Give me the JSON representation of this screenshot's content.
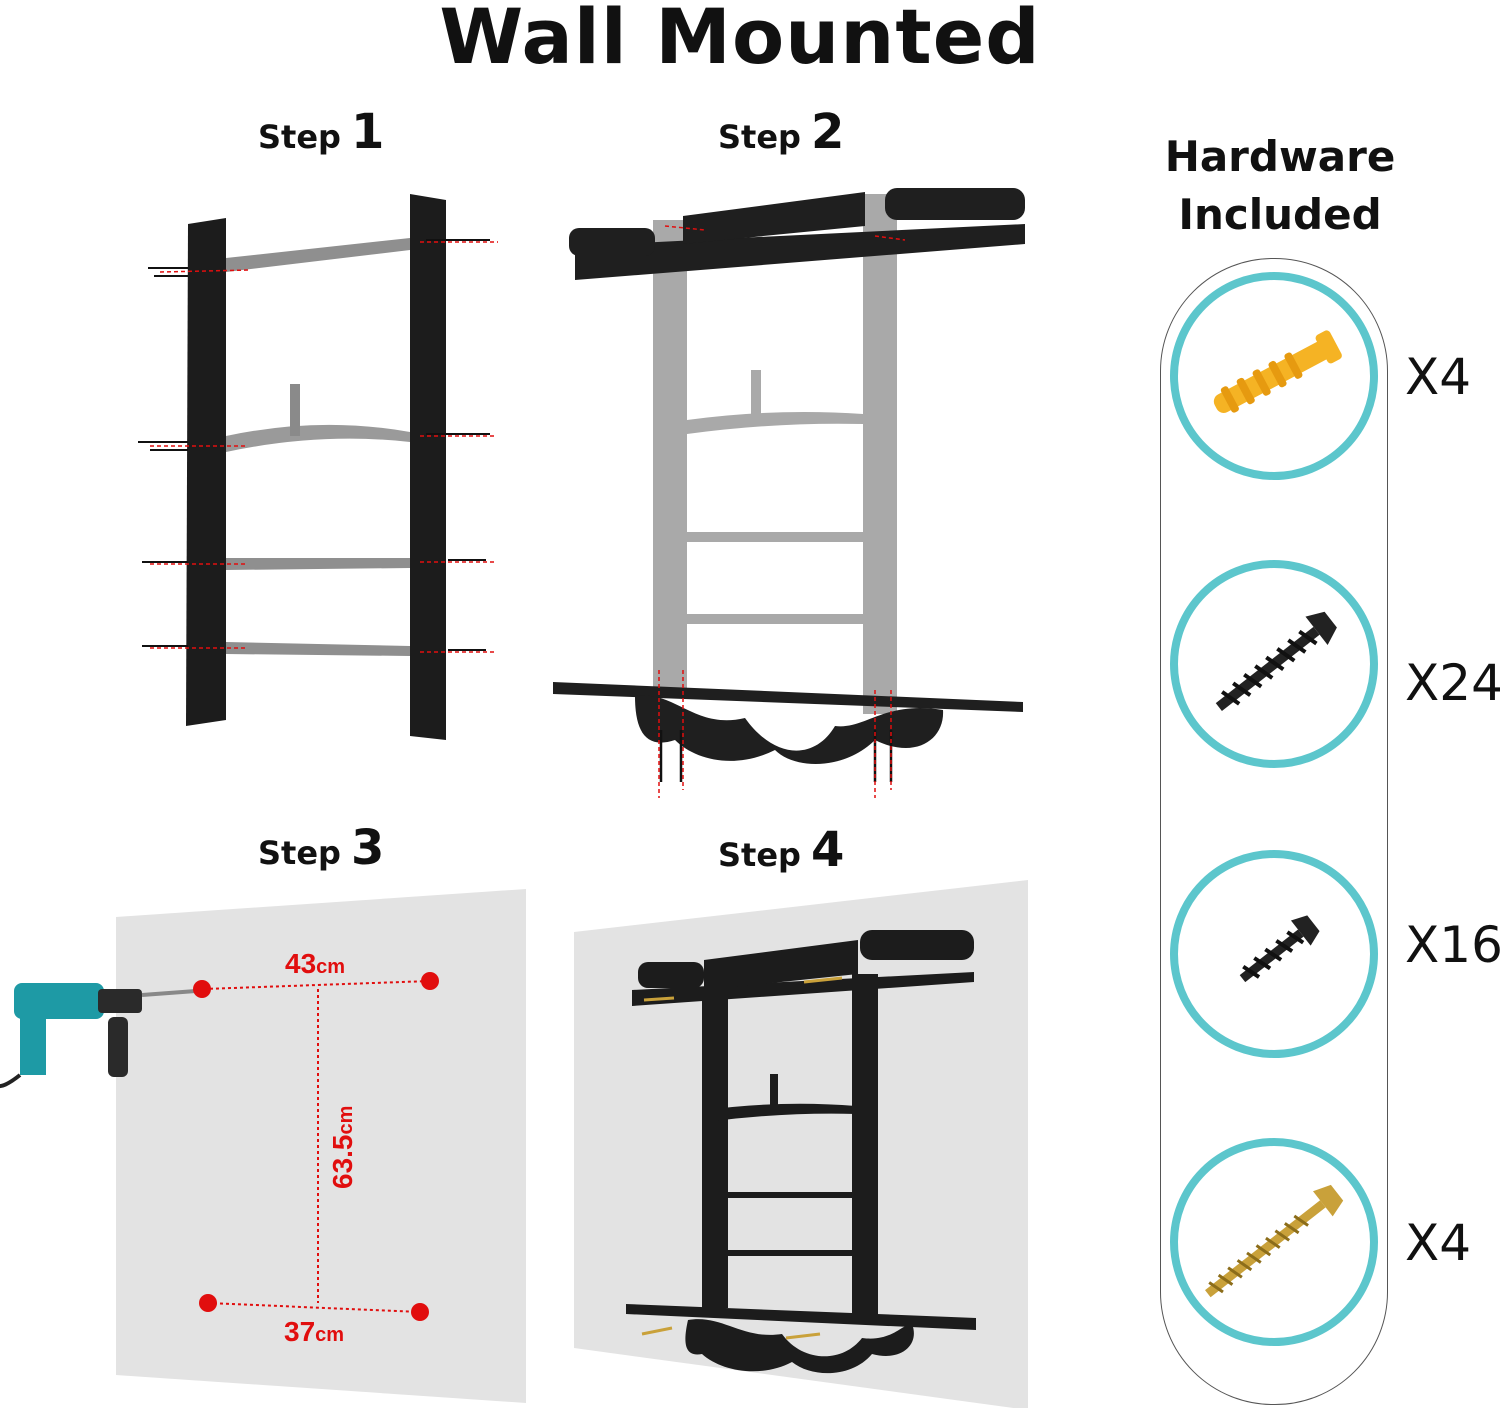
{
  "title": "Wall Mounted",
  "steps": [
    {
      "word": "Step",
      "number": "1"
    },
    {
      "word": "Step",
      "number": "2"
    },
    {
      "word": "Step",
      "number": "3"
    },
    {
      "word": "Step",
      "number": "4"
    }
  ],
  "drill_plan": {
    "top_value": "43",
    "top_unit": "cm",
    "side_value": "63.5",
    "side_unit": "cm",
    "bottom_value": "37",
    "bottom_unit": "cm"
  },
  "hardware": {
    "title_line1": "Hardware",
    "title_line2": "Included",
    "items": [
      {
        "icon": "wall-anchor-icon",
        "qty": "X4"
      },
      {
        "icon": "large-screw-icon",
        "qty": "X24"
      },
      {
        "icon": "small-screw-icon",
        "qty": "X16"
      },
      {
        "icon": "gold-screw-icon",
        "qty": "X4"
      }
    ]
  },
  "colors": {
    "accent_ring": "#5cc6cc",
    "dimension_red": "#e10e0e",
    "rack": "#1c1c1c",
    "wall": "#e3e3e3"
  }
}
